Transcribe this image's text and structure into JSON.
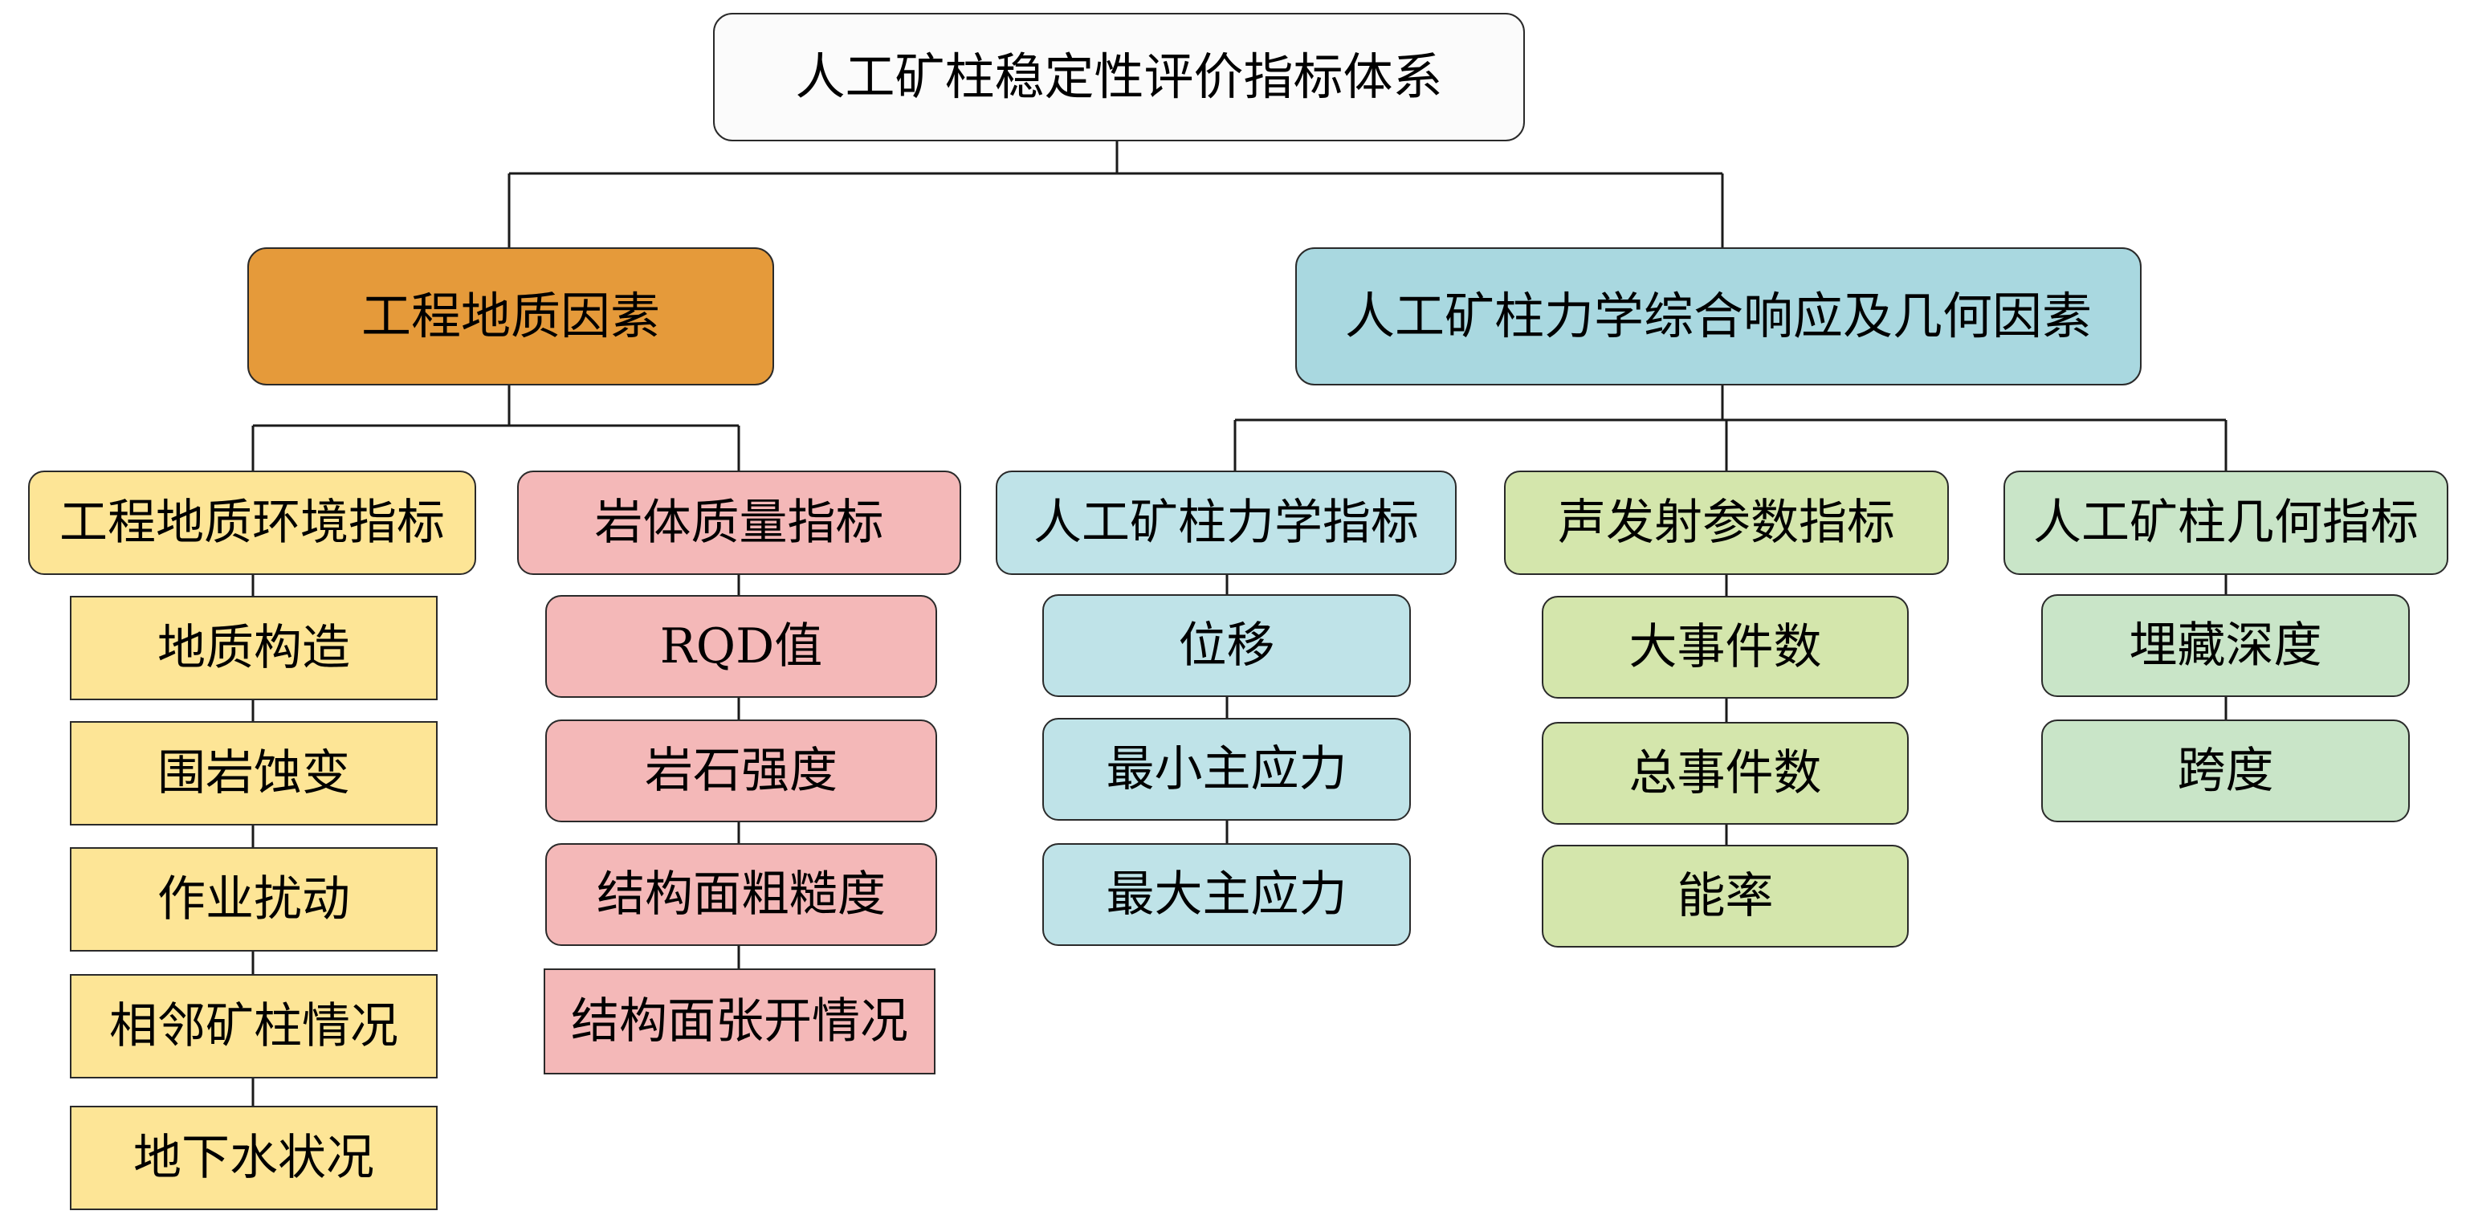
{
  "root": {
    "label": "人工矿柱稳定性评价指标体系",
    "color": "#fbfbfb"
  },
  "categories": [
    {
      "label": "工程地质因素",
      "color": "#e59a3a",
      "groups": [
        {
          "label": "工程地质环境指标",
          "color": "#fde596",
          "items": [
            "地质构造",
            "围岩蚀变",
            "作业扰动",
            "相邻矿柱情况",
            "地下水状况"
          ]
        },
        {
          "label": "岩体质量指标",
          "color": "#f4b8b8",
          "items": [
            "RQD值",
            "岩石强度",
            "结构面粗糙度",
            "结构面张开情况"
          ]
        }
      ]
    },
    {
      "label": "人工矿柱力学综合响应及几何因素",
      "color": "#a9d8e0",
      "groups": [
        {
          "label": "人工矿柱力学指标",
          "color": "#bfe3e8",
          "items": [
            "位移",
            "最小主应力",
            "最大主应力"
          ]
        },
        {
          "label": "声发射参数指标",
          "color": "#d4e6ac",
          "items": [
            "大事件数",
            "总事件数",
            "能率"
          ]
        },
        {
          "label": "人工矿柱几何指标",
          "color": "#c9e5c8",
          "items": [
            "埋藏深度",
            "跨度"
          ]
        }
      ]
    }
  ]
}
